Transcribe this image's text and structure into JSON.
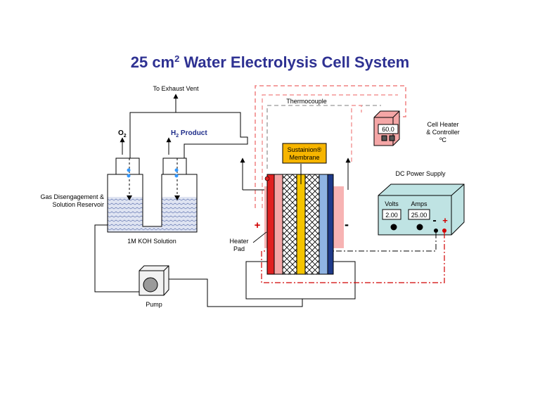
{
  "title": {
    "main": "25 cm",
    "sup": "2",
    "rest": " Water Electrolysis Cell System"
  },
  "labels": {
    "exhaust": "To Exhaust Vent",
    "thermocouple": "Thermocouple",
    "o2_base": "O",
    "o2_sub": "2",
    "h2_base": "H",
    "h2_sub": "2",
    "h2_rest": " Product",
    "reservoir_line1": "Gas Disengagement &",
    "reservoir_line2": "Solution Reservoir",
    "solution": "1M KOH Solution",
    "pump": "Pump",
    "heater_line1": "Heater",
    "heater_line2": "Pad",
    "membrane_line1": "Sustainion®",
    "membrane_line2": "Membrane",
    "heater_ctrl_line1": "Cell Heater",
    "heater_ctrl_line2": "& Controller",
    "heater_ctrl_line3": "ºC",
    "heater_display": "60.0",
    "power_supply": "DC Power Supply",
    "volts_label": "Volts",
    "amps_label": "Amps",
    "volts_value": "2.00",
    "amps_value": "25.00",
    "plus": "+",
    "minus": "-"
  },
  "colors": {
    "title": "#2e3192",
    "h2_label": "#1f2d8a",
    "heater_box": "#f4a6a6",
    "heater_pad": "#f7b3b3",
    "anode_plate": "#e02020",
    "flow_field_red": "#f4a6a6",
    "membrane": "#f5c400",
    "flow_field_blue": "#8fb4e3",
    "cathode_plate": "#1e3a8a",
    "power_supply": "#bfe3e3",
    "membrane_label_bg": "#f7b500",
    "bubble": "#3399ff",
    "red_wire": "#d00000",
    "dashed_pink": "#f08080"
  }
}
